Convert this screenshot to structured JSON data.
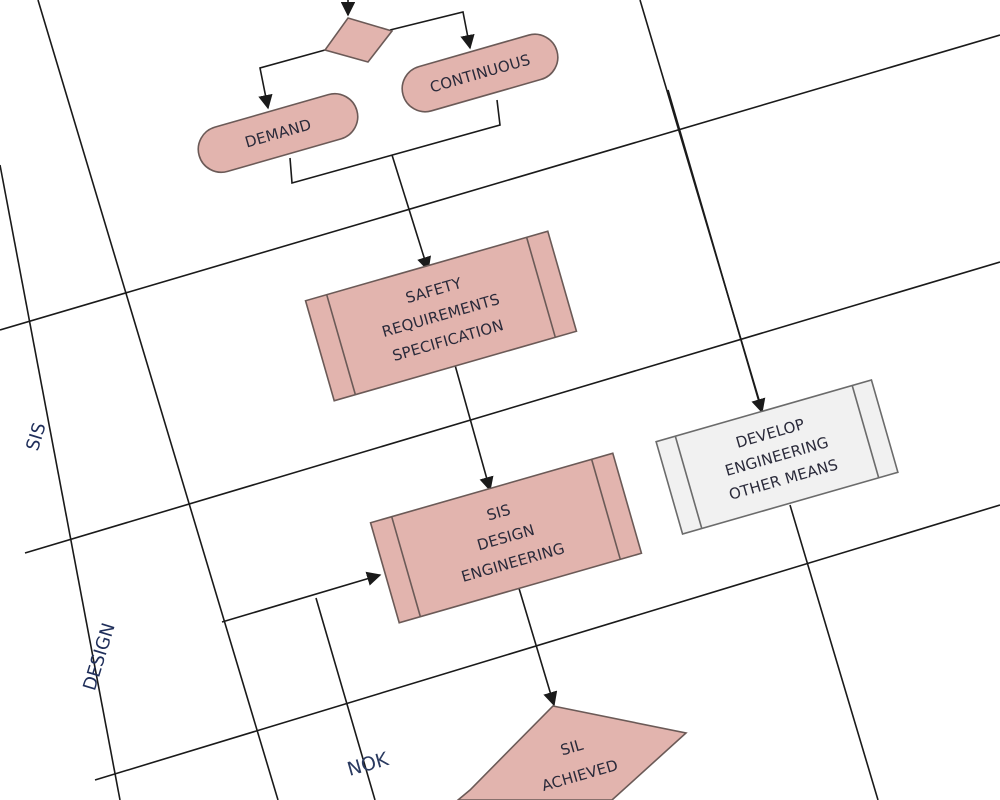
{
  "colors": {
    "node_fill": "#e2b4ae",
    "node_alt_fill": "#f1f1f1",
    "line": "#1a1a1a",
    "lane_label": "#1f2e5a"
  },
  "lanes": {
    "sis": "SIS",
    "design": "DESIGN"
  },
  "nodes": {
    "continuous": "CONTINUOUS",
    "demand": "DEMAND",
    "srs": {
      "l1": "SAFETY",
      "l2": "REQUIREMENTS",
      "l3": "SPECIFICATION"
    },
    "sis_design": {
      "l1": "SIS",
      "l2": "DESIGN",
      "l3": "ENGINEERING"
    },
    "develop": {
      "l1": "DEVELOP",
      "l2": "ENGINEERING",
      "l3": "OTHER MEANS"
    },
    "sil": {
      "l1": "SIL",
      "l2": "ACHIEVED"
    }
  },
  "edges": {
    "nok": "NOK"
  }
}
